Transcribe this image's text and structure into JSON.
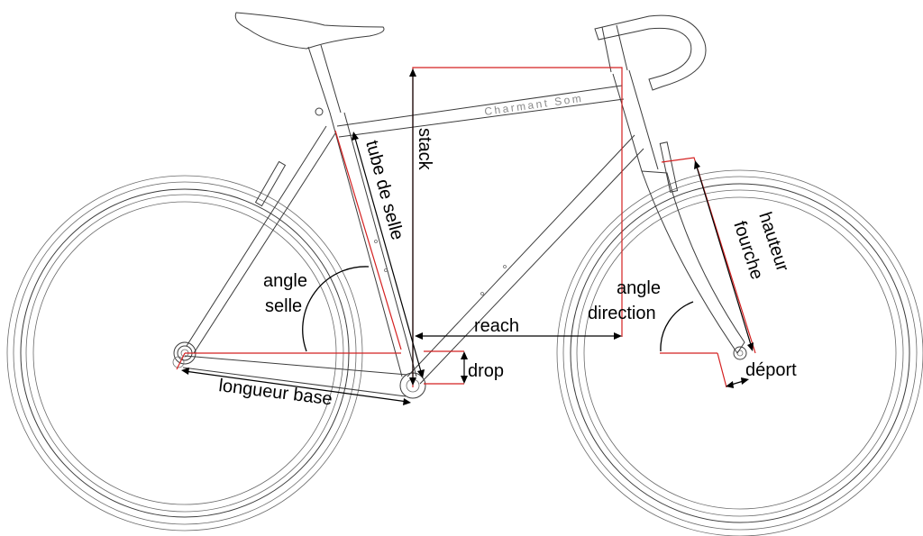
{
  "brand": "Charmant Som",
  "labels": {
    "stack": "stack",
    "seat_tube": "tube de selle",
    "seat_angle_1": "angle",
    "seat_angle_2": "selle",
    "reach": "reach",
    "head_angle_1": "angle",
    "head_angle_2": "direction",
    "fork_height_1": "hauteur",
    "fork_height_2": "fourche",
    "drop": "drop",
    "offset": "déport",
    "chainstay": "longueur base"
  },
  "colors": {
    "frame_line": "#3c3c3c",
    "measure_red": "#d42020",
    "text": "#000000",
    "brand_text": "#8a8a8a"
  }
}
